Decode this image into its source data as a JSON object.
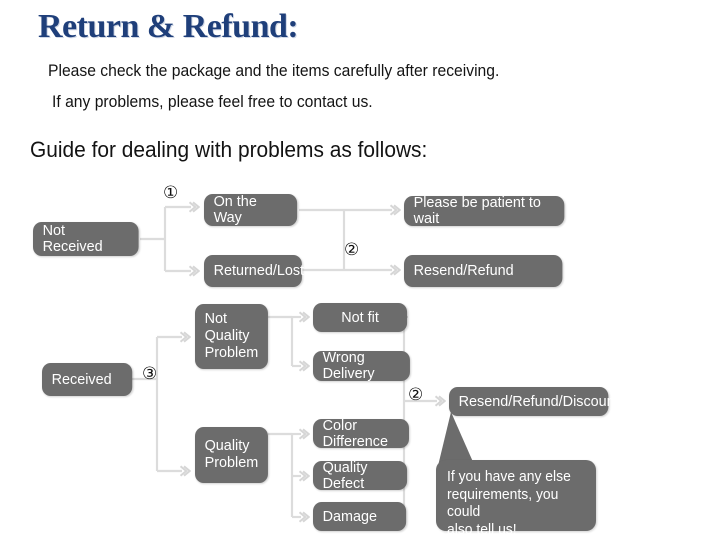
{
  "header": {
    "title": "Return & Refund:",
    "line1": "Please check the package and the items carefully after receiving.",
    "line2": "If any problems, please feel free to contact us.",
    "guide": "Guide for dealing with problems as follows:"
  },
  "colors": {
    "title": "#1f3f7a",
    "node_bg": "#6c6c6c",
    "node_text": "#ffffff",
    "connector": "#d8d8d8",
    "page_bg": "#ffffff"
  },
  "flowchart": {
    "markers": [
      {
        "label": "①"
      },
      {
        "label": "②"
      },
      {
        "label": "③"
      },
      {
        "label": "②"
      }
    ],
    "nodes": [
      {
        "id": "not-received",
        "label": "Not Received"
      },
      {
        "id": "on-the-way",
        "label": "On the Way"
      },
      {
        "id": "returned-lost",
        "label": "Returned/Lost"
      },
      {
        "id": "be-patient",
        "label": "Please be patient to wait"
      },
      {
        "id": "resend-refund",
        "label": "Resend/Refund"
      },
      {
        "id": "received",
        "label": "Received"
      },
      {
        "id": "not-quality",
        "label": "Not\nQuality\nProblem"
      },
      {
        "id": "quality-problem",
        "label": "Quality\nProblem"
      },
      {
        "id": "not-fit",
        "label": "Not fit"
      },
      {
        "id": "wrong-delivery",
        "label": "Wrong Delivery"
      },
      {
        "id": "color-difference",
        "label": "Color Difference"
      },
      {
        "id": "quality-defect",
        "label": "Quality Defect"
      },
      {
        "id": "damage",
        "label": "Damage"
      },
      {
        "id": "resend-refund-discount",
        "label": "Resend/Refund/Discount"
      }
    ],
    "callout": "If you have any else\nrequirements, you could\nalso tell us!"
  }
}
